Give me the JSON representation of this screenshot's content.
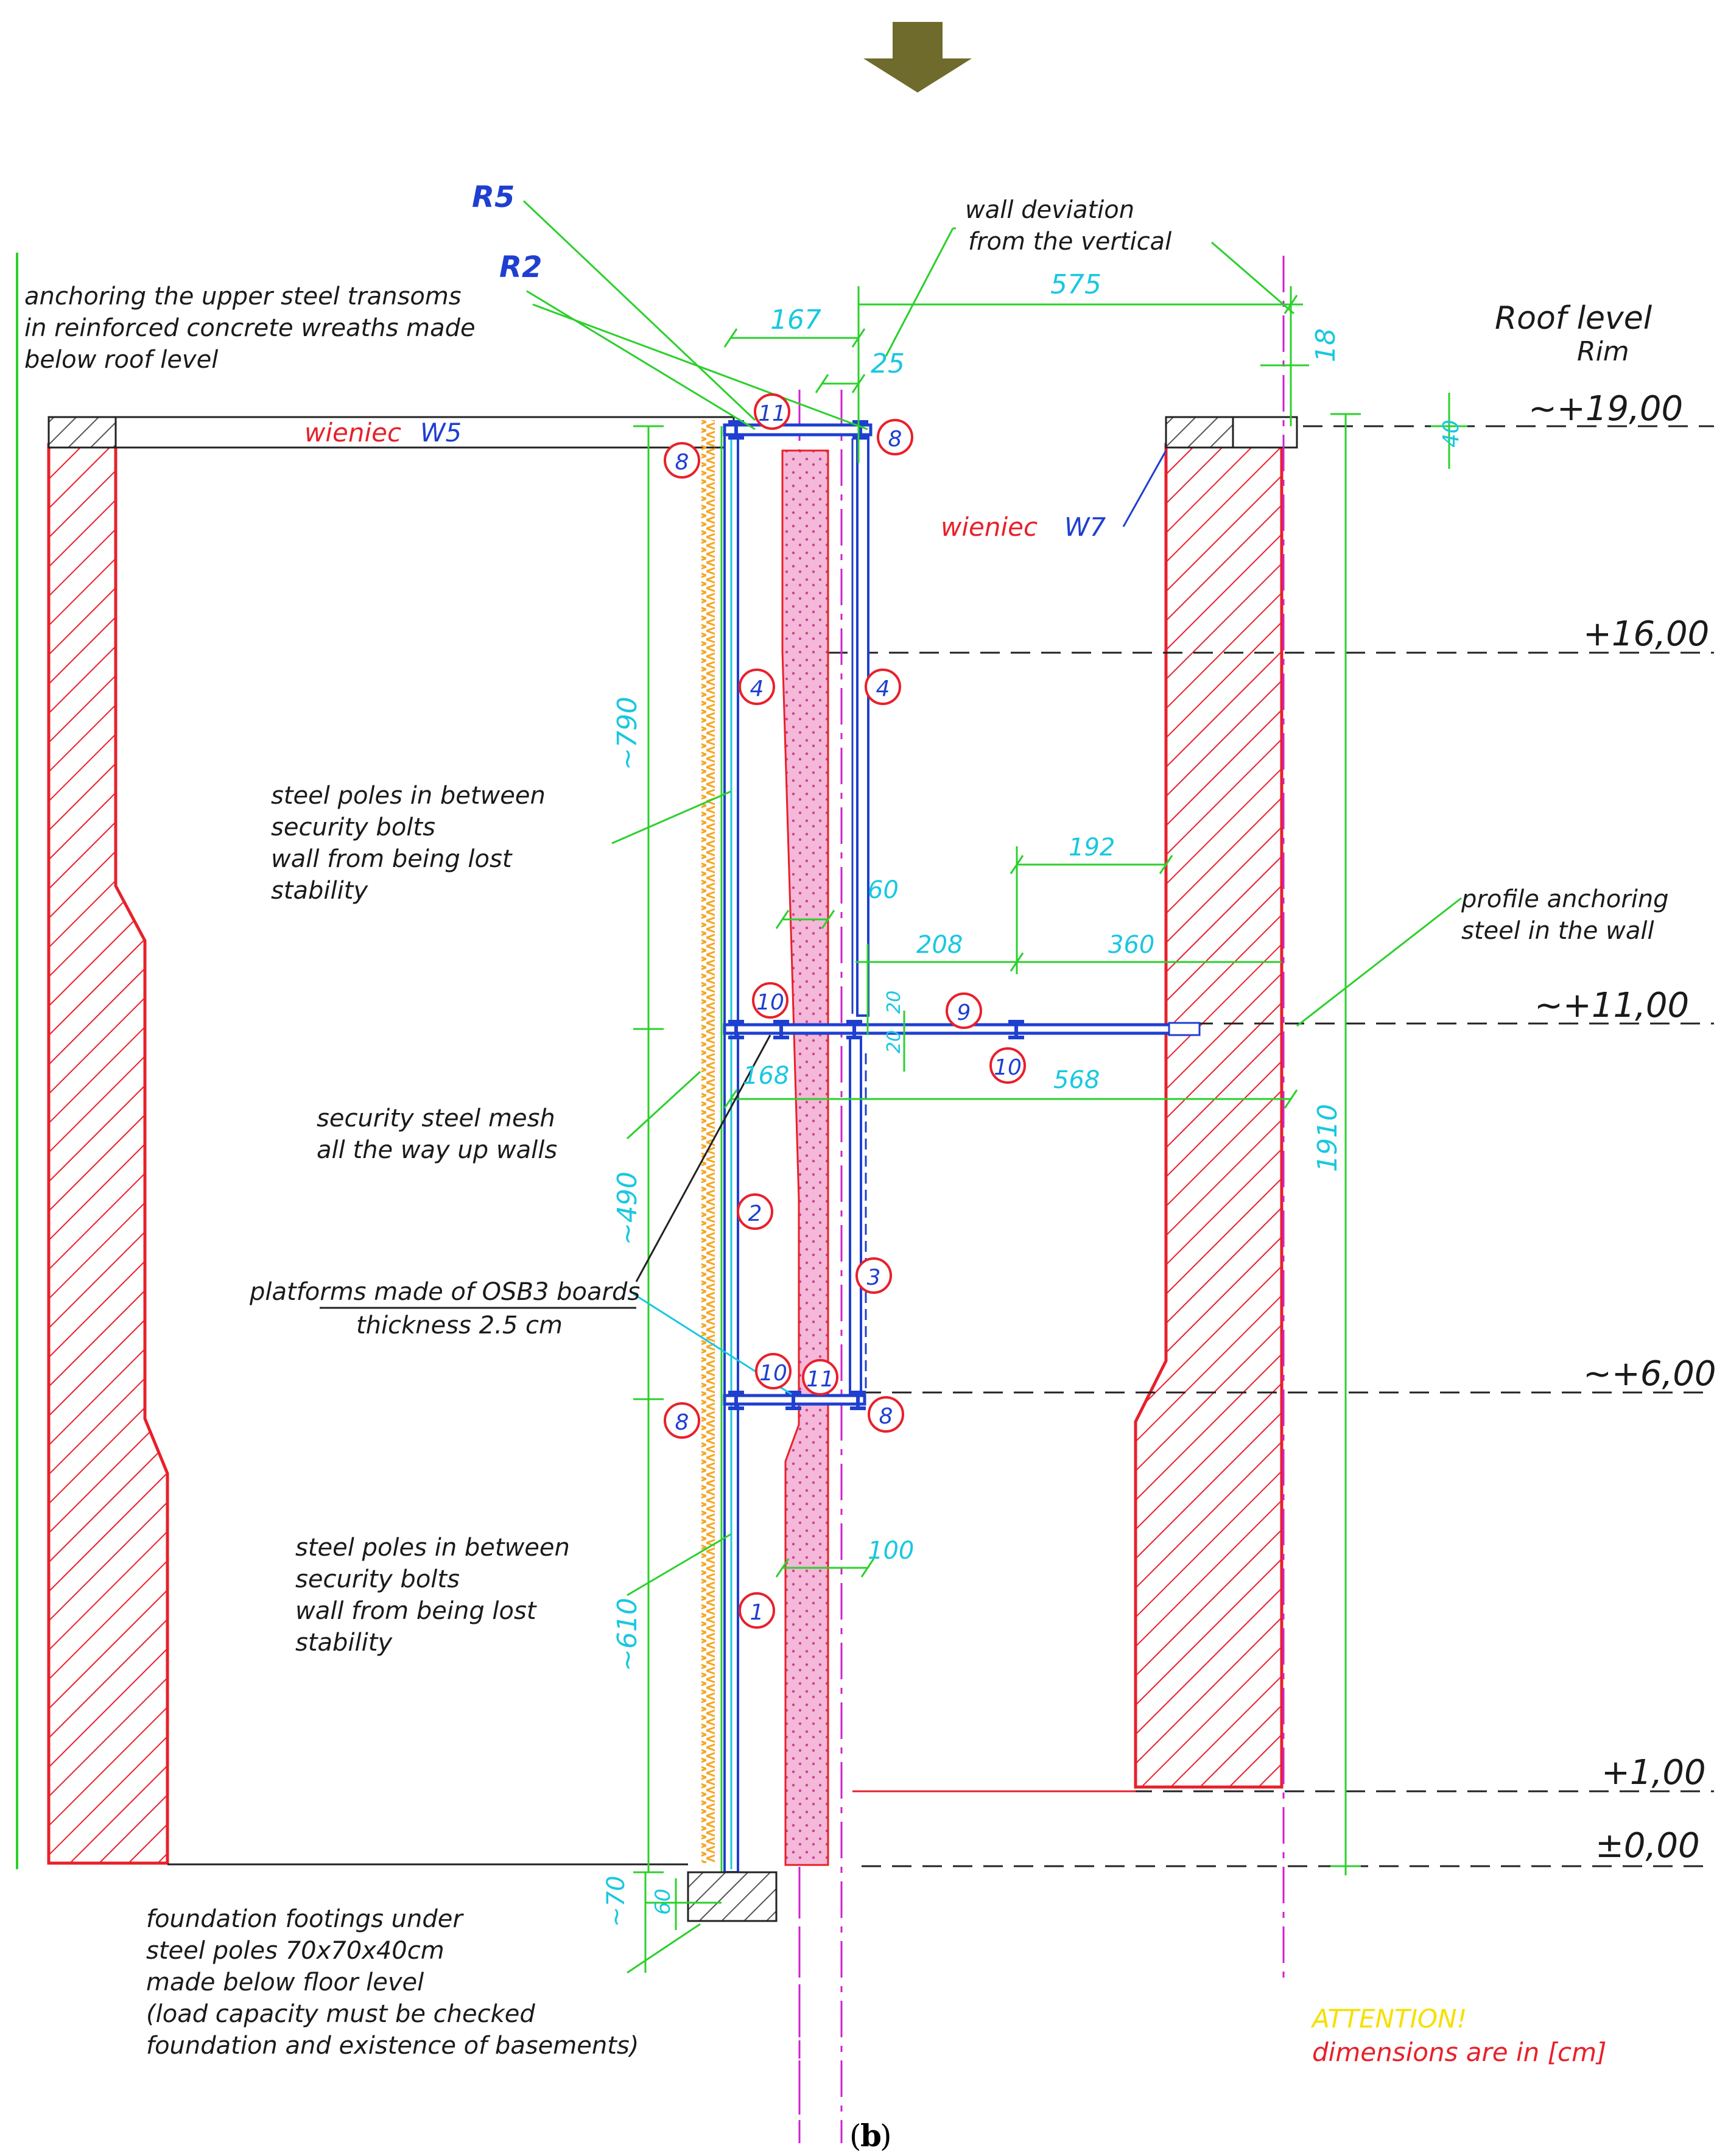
{
  "labels": {
    "r5": "R5",
    "r2": "R2",
    "wall_deviation_1": "wall deviation",
    "wall_deviation_2": "from the vertical",
    "anchoring_1": "anchoring the upper steel transoms",
    "anchoring_2": "in reinforced concrete wreaths made",
    "anchoring_3": "below roof level",
    "roof_level": "Roof level",
    "rim": "Rim",
    "wieniec_w5_a": "wieniec",
    "wieniec_w5_b": "W5",
    "wieniec_w7_a": "wieniec",
    "wieniec_w7_b": "W7",
    "poles_upper_1": "steel poles in between",
    "poles_upper_2": "security bolts",
    "poles_upper_3": "wall from being lost",
    "poles_upper_4": "stability",
    "profile_1": "profile anchoring",
    "profile_2": "steel in the wall",
    "mesh_1": "security steel mesh",
    "mesh_2": "all the way up walls",
    "platforms_1": "platforms made of OSB3 boards",
    "platforms_2": "thickness 2.5 cm",
    "poles_lower_1": "steel poles in between",
    "poles_lower_2": "security bolts",
    "poles_lower_3": "wall from being lost",
    "poles_lower_4": "stability",
    "footings_1": "foundation footings under",
    "footings_2": "steel poles 70x70x40cm",
    "footings_3": "made below floor level",
    "footings_4": "(load capacity must be checked",
    "footings_5": "foundation and existence of basements)",
    "attention": "ATTENTION!",
    "dims_note": "dimensions are in [cm]",
    "caption_open": "(",
    "caption_letter": "b",
    "caption_close": ")"
  },
  "levels": {
    "l19": "~+19,00",
    "l16": "+16,00",
    "l11": "~+11,00",
    "l6": "~+6,00",
    "l1": "+1,00",
    "l0": "±0,00"
  },
  "dimensions": {
    "d167": "167",
    "d575": "575",
    "d25": "25",
    "d18": "18",
    "d40": "40",
    "d790": "~790",
    "d192": "192",
    "d60": "60",
    "d208": "208",
    "d360": "360",
    "d20a": "20",
    "d20b": "20",
    "d168": "168",
    "d568": "568",
    "d1910": "1910",
    "d490": "~490",
    "d100": "100",
    "d610": "~610",
    "d70": "~70",
    "d60b": "60"
  },
  "markers": {
    "m11_top": "11",
    "m8_top_left": "8",
    "m8_top_right": "8",
    "m4_left": "4",
    "m4_right": "4",
    "m10_upper": "10",
    "m9": "9",
    "m10_beam": "10",
    "m2": "2",
    "m3": "3",
    "m10_lower": "10",
    "m11_lower": "11",
    "m8_lower_left": "8",
    "m8_lower_right": "8",
    "m1": "1"
  },
  "colors": {
    "arrow": "#6e6b2c",
    "masonry": "#e8202a",
    "steel": "#1f3fd0",
    "dimension": "#18c8e0",
    "leader": "#2bd02b",
    "mesh": "#f5a623",
    "infill": "#f4b8d8",
    "axis": "#d020d0"
  }
}
